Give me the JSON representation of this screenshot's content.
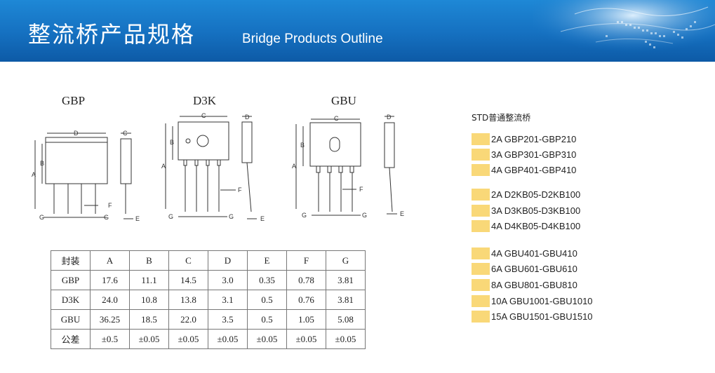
{
  "header": {
    "title_cn": "整流桥产品规格",
    "title_en": "Bridge Products Outline"
  },
  "packages": [
    {
      "name": "GBP",
      "dim_labels": [
        "A",
        "B",
        "C",
        "D",
        "E",
        "F",
        "G",
        "G"
      ]
    },
    {
      "name": "D3K",
      "dim_labels": [
        "A",
        "B",
        "C",
        "D",
        "E",
        "F",
        "G",
        "G"
      ]
    },
    {
      "name": "GBU",
      "dim_labels": [
        "A",
        "B",
        "C",
        "D",
        "E",
        "F",
        "G",
        "G"
      ]
    }
  ],
  "dimension_table": {
    "headers": [
      "封装",
      "A",
      "B",
      "C",
      "D",
      "E",
      "F",
      "G"
    ],
    "rows": [
      [
        "GBP",
        "17.6",
        "11.1",
        "14.5",
        "3.0",
        "0.35",
        "0.78",
        "3.81"
      ],
      [
        "D3K",
        "24.0",
        "10.8",
        "13.8",
        "3.1",
        "0.5",
        "0.76",
        "3.81"
      ],
      [
        "GBU",
        "36.25",
        "18.5",
        "22.0",
        "3.5",
        "0.5",
        "1.05",
        "5.08"
      ],
      [
        "公差",
        "±0.5",
        "±0.05",
        "±0.05",
        "±0.05",
        "±0.05",
        "±0.05",
        "±0.05"
      ]
    ]
  },
  "product_list": {
    "heading": "STD普通整流桥",
    "groups": [
      [
        "2A GBP201-GBP210",
        "3A GBP301-GBP310",
        "4A GBP401-GBP410"
      ],
      [
        "2A D2KB05-D2KB100",
        "3A D3KB05-D3KB100",
        "4A D4KB05-D4KB100"
      ],
      [
        "4A GBU401-GBU410",
        "6A GBU601-GBU610",
        "8A GBU801-GBU810",
        "10A GBU1001-GBU1010",
        "15A GBU1501-GBU1510"
      ]
    ],
    "swatch_color": "#f9d878"
  },
  "colors": {
    "banner": "#1570c0",
    "line": "#333333"
  }
}
